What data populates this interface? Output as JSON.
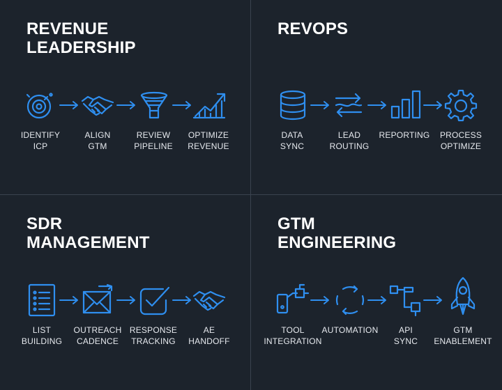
{
  "accent_color": "#2f8ff0",
  "quadrants": [
    {
      "title": "REVENUE\nLEADERSHIP",
      "steps": [
        {
          "label": "IDENTIFY\nICP",
          "icon": "target-icon"
        },
        {
          "label": "ALIGN\nGTM",
          "icon": "handshake-icon"
        },
        {
          "label": "REVIEW\nPIPELINE",
          "icon": "funnel-icon"
        },
        {
          "label": "OPTIMIZE\nREVENUE",
          "icon": "growth-chart-icon"
        }
      ]
    },
    {
      "title": "REVOPS",
      "steps": [
        {
          "label": "DATA\nSYNC",
          "icon": "database-icon"
        },
        {
          "label": "LEAD\nROUTING",
          "icon": "swap-arrows-icon"
        },
        {
          "label": "REPORTING",
          "icon": "bar-chart-icon"
        },
        {
          "label": "PROCESS\nOPTIMIZE",
          "icon": "gear-icon"
        }
      ]
    },
    {
      "title": "SDR\nMANAGEMENT",
      "steps": [
        {
          "label": "LIST\nBUILDING",
          "icon": "list-icon"
        },
        {
          "label": "OUTREACH\nCADENCE",
          "icon": "envelope-send-icon"
        },
        {
          "label": "RESPONSE\nTRACKING",
          "icon": "checkbox-icon"
        },
        {
          "label": "AE\nHANDOFF",
          "icon": "handshake-icon"
        }
      ]
    },
    {
      "title": "GTM\nENGINEERING",
      "steps": [
        {
          "label": "TOOL\nINTEGRATION",
          "icon": "tools-icon"
        },
        {
          "label": "AUTOMATION",
          "icon": "cycle-icon"
        },
        {
          "label": "API\nSYNC",
          "icon": "pipe-connector-icon"
        },
        {
          "label": "GTM\nENABLEMENT",
          "icon": "rocket-icon"
        }
      ]
    }
  ]
}
